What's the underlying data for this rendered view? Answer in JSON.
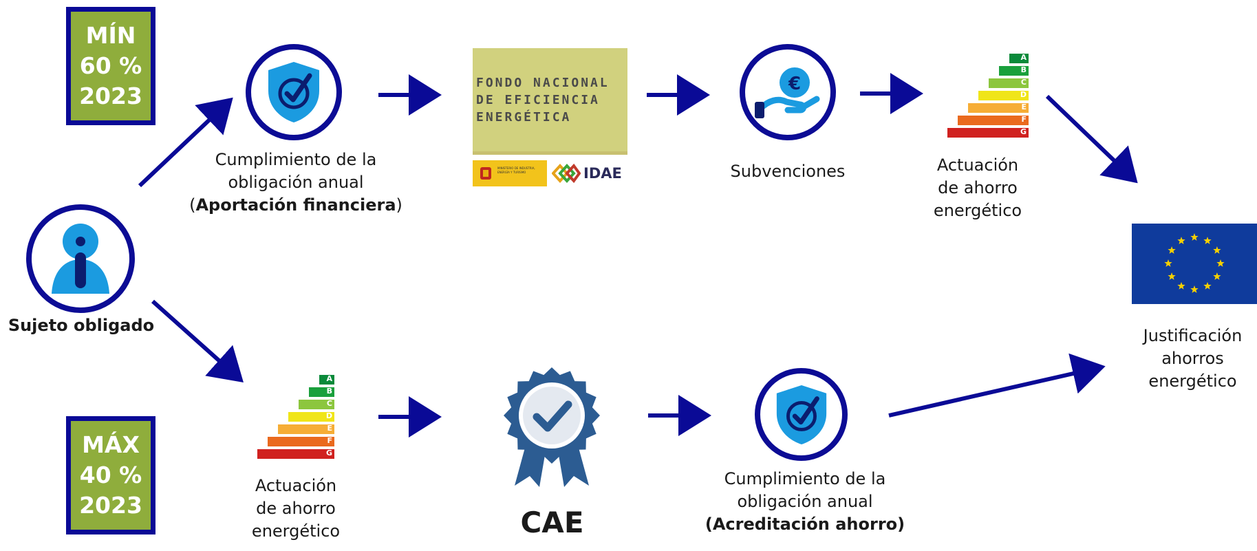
{
  "boxes": {
    "min": {
      "line1": "MÍN",
      "line2": "60 %",
      "line3": "2023"
    },
    "max": {
      "line1": "MÁX",
      "line2": "40 %",
      "line3": "2023"
    }
  },
  "subject": {
    "label": "Sujeto obligado"
  },
  "top_row": {
    "compliance": {
      "line1": "Cumplimiento de la",
      "line2": "obligación anual",
      "line3_open": "(",
      "line3_bold": "Aportación financiera",
      "line3_close": ")"
    },
    "fund": {
      "line1": "FONDO NACIONAL",
      "line2": "DE EFICIENCIA",
      "line3": "ENERGÉTICA",
      "ministry_text": "MINISTERIO DE INDUSTRIA, ENERGÍA Y TURISMO",
      "idae": "IDAE"
    },
    "subsidies": {
      "label": "Subvenciones"
    },
    "action": {
      "line1": "Actuación",
      "line2": "de ahorro",
      "line3": "energético"
    }
  },
  "bottom_row": {
    "action": {
      "line1": "Actuación",
      "line2": "de ahorro",
      "line3": "energético"
    },
    "cae": {
      "label": "CAE"
    },
    "compliance": {
      "line1": "Cumplimiento de la",
      "line2": "obligación anual",
      "line3": "(Acreditación ahorro)"
    }
  },
  "eu": {
    "line1": "Justificación",
    "line2": "ahorros",
    "line3": "energético"
  },
  "energy_classes": [
    "A",
    "B",
    "C",
    "D",
    "E",
    "F",
    "G"
  ],
  "colors": {
    "navy": "#0c0c95",
    "arrow": "#0a0a96",
    "box_green": "#8fad3c",
    "icon_blue": "#1b9be0",
    "energy": [
      "#0a8a3a",
      "#1aa03c",
      "#8cc63e",
      "#f0e519",
      "#f6ad36",
      "#ea6a1e",
      "#d0211f"
    ]
  }
}
